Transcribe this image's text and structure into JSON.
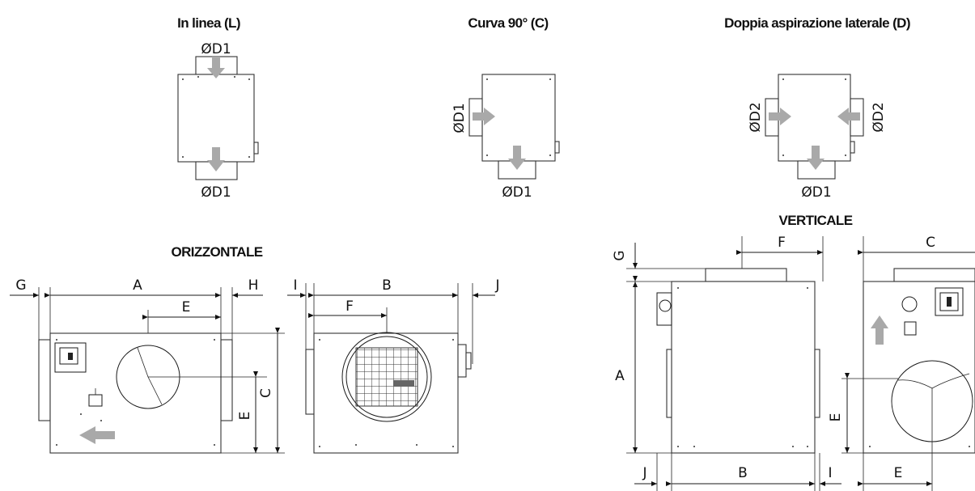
{
  "titles": {
    "in_linea": "In linea (L)",
    "curva": "Curva 90° (C)",
    "doppia": "Doppia aspirazione laterale (D)",
    "orizzontale": "ORIZZONTALE",
    "verticale": "VERTICALE"
  },
  "diameters": {
    "d1": "ØD1",
    "d2": "ØD2"
  },
  "dimensions": {
    "a": "A",
    "b": "B",
    "c": "C",
    "e": "E",
    "f": "F",
    "g": "G",
    "h": "H",
    "i": "I",
    "j": "J"
  },
  "colors": {
    "line": "#1a1a1a",
    "arrow": "#a9a9a9",
    "background": "#ffffff"
  }
}
